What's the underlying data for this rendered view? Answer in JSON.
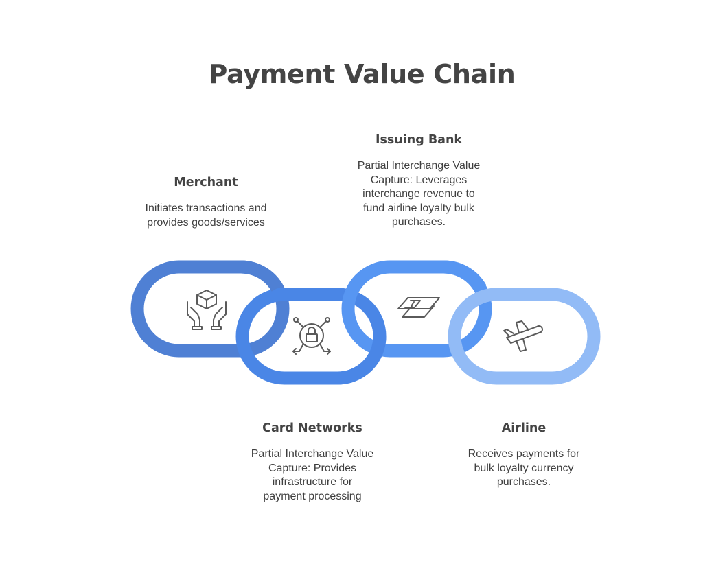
{
  "title": "Payment Value Chain",
  "colors": {
    "merchant": "#4f80d4",
    "card_networks": "#4a86e6",
    "issuing_bank": "#5796f2",
    "airline": "#92bbf6",
    "icon_stroke": "#5a5a5a"
  },
  "links": [
    {
      "id": "merchant",
      "heading": "Merchant",
      "description": "Initiates transactions and provides goods/services",
      "lines": [
        "Initiates transactions and",
        "provides goods/services"
      ],
      "icon": "hands-box-icon"
    },
    {
      "id": "card_networks",
      "heading": "Card Networks",
      "description": "Partial Interchange Value Capture: Provides infrastructure for payment processing",
      "lines": [
        "Partial Interchange Value",
        "Capture: Provides",
        "infrastructure for",
        "payment processing"
      ],
      "icon": "network-lock-icon"
    },
    {
      "id": "issuing_bank",
      "heading": "Issuing Bank",
      "description": "Partial Interchange Value Capture: Leverages interchange revenue to fund airline loyalty bulk purchases.",
      "lines": [
        "Partial Interchange Value",
        "Capture: Leverages",
        "interchange revenue to",
        "fund airline loyalty bulk",
        "purchases."
      ],
      "icon": "card-dollar-icon"
    },
    {
      "id": "airline",
      "heading": "Airline",
      "description": "Receives payments for bulk loyalty currency purchases.",
      "lines": [
        "Receives payments for",
        "bulk loyalty currency",
        "purchases."
      ],
      "icon": "airplane-icon"
    }
  ]
}
